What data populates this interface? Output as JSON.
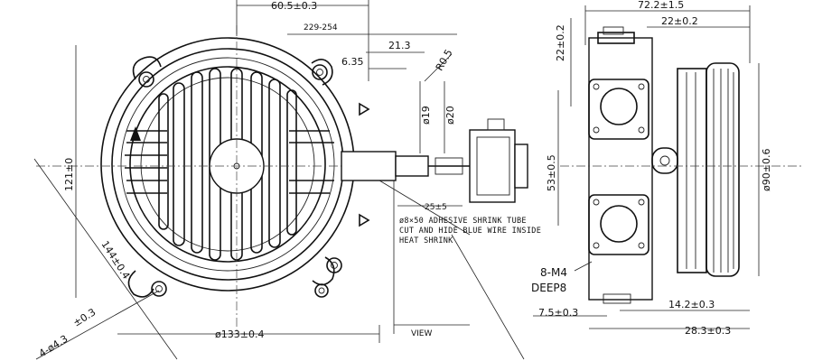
{
  "dimensions": {
    "top_width": "60.5±0.3",
    "wire_range": "229-254",
    "d21_3": "21.3",
    "d6_35": "6.35",
    "r0_5": "R0.5",
    "phi19": "ø19",
    "phi20": "ø20",
    "height121": "121±0",
    "diag144": "144±0.4",
    "holes": "4-ø4.3",
    "holes_tol": "±0.3",
    "phi133": "ø133±0.4",
    "view": "VIEW",
    "d25": "25±5",
    "right_total": "72.2±1.5",
    "right_22": "22±0.2",
    "left_22": "22±0.2",
    "d53": "53±0.5",
    "phi90": "ø90±0.6",
    "d14_2": "14.2±0.3",
    "d7_5": "7.5±0.3",
    "d28_3": "28.3±0.3"
  },
  "notes": {
    "line1": "ø8×50 ADHESIVE SHRINK TUBE",
    "line2": "CUT AND HIDE BLUE WIRE INSIDE",
    "line3": "HEAT SHRINK"
  },
  "thread": {
    "line1": "8-M4",
    "line2": "DEEP8"
  }
}
